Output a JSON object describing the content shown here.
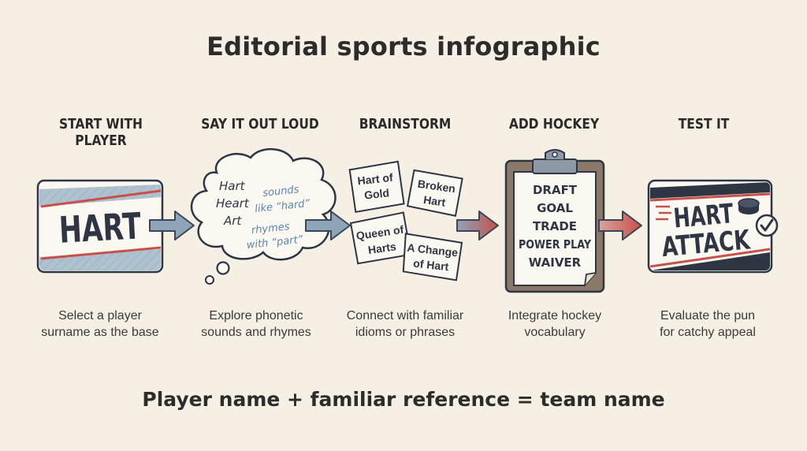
{
  "title": "Editorial sports infographic",
  "steps": [
    {
      "heading": "START WITH PLAYER",
      "description": [
        "Select a player",
        "surname as the base"
      ],
      "card_text": "HART"
    },
    {
      "heading": "SAY IT OUT LOUD",
      "description": [
        "Explore phonetic",
        "sounds and rhymes"
      ],
      "cloud_words": [
        "Hart",
        "Heart",
        "Art"
      ],
      "notes": [
        [
          "sounds",
          "like “hard”"
        ],
        [
          "rhymes",
          "with “part”"
        ]
      ]
    },
    {
      "heading": "BRAINSTORM",
      "description": [
        "Connect with familiar",
        "idioms or phrases"
      ],
      "phrases": [
        [
          "Hart of",
          "Gold"
        ],
        [
          "Broken",
          "Hart"
        ],
        [
          "Queen of",
          "Harts"
        ],
        [
          "A Change",
          "of Hart"
        ]
      ]
    },
    {
      "heading": "ADD HOCKEY",
      "description": [
        "Integrate hockey",
        "vocabulary"
      ],
      "clipboard_items": [
        "DRAFT",
        "GOAL",
        "TRADE",
        "POWER PLAY",
        "WAIVER"
      ]
    },
    {
      "heading": "TEST IT",
      "description": [
        "Evaluate the pun",
        "for catchy appeal"
      ],
      "card_lines": [
        "HART",
        "ATTACK"
      ]
    }
  ],
  "footer": "Player name + familiar reference = team name",
  "colors": {
    "background": "#f6f0e4",
    "ink": "#2c2c2c",
    "steel_blue": "#8ea4b8",
    "red_accent": "#c8504a",
    "navy": "#2e3644",
    "clipboard_brown": "#7a6a5c",
    "note_blue": "#5a86b0"
  }
}
